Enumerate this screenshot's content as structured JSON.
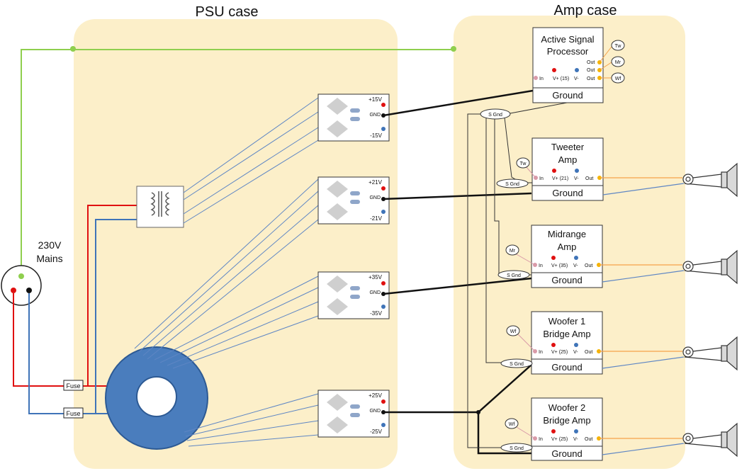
{
  "cases": {
    "psu": "PSU case",
    "amp": "Amp case"
  },
  "mains": {
    "line1": "230V",
    "line2": "Mains"
  },
  "fuses": [
    "Fuse",
    "Fuse"
  ],
  "rails": [
    {
      "pos": "+15V",
      "neg": "-15V",
      "gnd": "GND"
    },
    {
      "pos": "+21V",
      "neg": "-21V",
      "gnd": "GND"
    },
    {
      "pos": "+35V",
      "neg": "-35V",
      "gnd": "GND"
    },
    {
      "pos": "+25V",
      "neg": "-25V",
      "gnd": "GND"
    }
  ],
  "processor": {
    "title1": "Active Signal",
    "title2": "Processor",
    "in": "In",
    "vplus": "V+ (15)",
    "vminus": "V-",
    "out": "Out",
    "ground": "Ground",
    "tags": [
      "Tw",
      "Mr",
      "Wf"
    ]
  },
  "amps": [
    {
      "title1": "Tweeter",
      "title2": "Amp",
      "in": "In",
      "vplus": "V+ (21)",
      "vminus": "V-",
      "out": "Out",
      "ground": "Ground",
      "tag": "Tw",
      "sgnd": "S Gnd"
    },
    {
      "title1": "Midrange",
      "title2": "Amp",
      "in": "In",
      "vplus": "V+ (35)",
      "vminus": "V-",
      "out": "Out",
      "ground": "Ground",
      "tag": "Mr",
      "sgnd": "S Gnd"
    },
    {
      "title1": "Woofer 1",
      "title2": "Bridge Amp",
      "in": "In",
      "vplus": "V+ (25)",
      "vminus": "V-",
      "out": "Out",
      "ground": "Ground",
      "tag": "Wf",
      "sgnd": "S Gnd"
    },
    {
      "title1": "Woofer 2",
      "title2": "Bridge Amp",
      "in": "In",
      "vplus": "V+ (25)",
      "vminus": "V-",
      "out": "Out",
      "ground": "Ground",
      "tag": "Wf",
      "sgnd": "S Gnd"
    }
  ],
  "star_gnd": "S Gnd",
  "colors": {
    "case_fill": "#fcefc9",
    "toroid": "#4a7dbd",
    "live": "#e01010",
    "neutral": "#3f74b8",
    "earth": "#8fcf4e",
    "output": "#f5a24a",
    "wire": "#5e86c4"
  }
}
